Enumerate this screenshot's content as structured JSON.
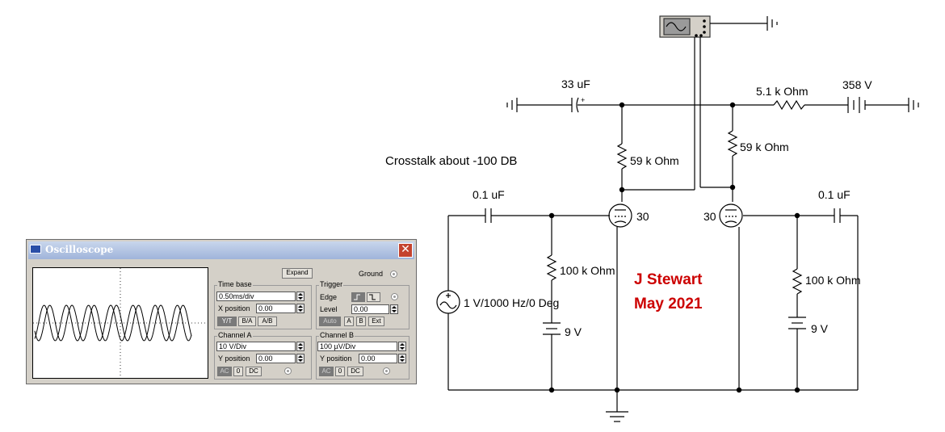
{
  "circuit": {
    "capacitor_top": "33 uF",
    "resistor_top": "5.1 k Ohm",
    "battery_top": "358 V",
    "plate_resistor_left": "59 k Ohm",
    "plate_resistor_right": "59 k Ohm",
    "note": "Crosstalk about -100 DB",
    "coupling_cap_left": "0.1 uF",
    "coupling_cap_right": "0.1 uF",
    "tube_left": "30",
    "tube_right": "30",
    "grid_resistor_left": "100 k Ohm",
    "grid_resistor_right": "100 k Ohm",
    "source": "1 V/1000 Hz/0 Deg",
    "bias_battery_left": "9 V",
    "bias_battery_right": "9 V",
    "author": "J Stewart",
    "date": "May 2021"
  },
  "oscilloscope": {
    "title": "Oscilloscope",
    "close_glyph": "✕",
    "expand_label": "Expand",
    "ground_label": "Ground",
    "timebase": {
      "group_label": "Time base",
      "value": "0.50ms/div",
      "x_position_label": "X position",
      "x_position": "0.00",
      "mode_buttons": [
        "Y/T",
        "B/A",
        "A/B"
      ]
    },
    "trigger": {
      "group_label": "Trigger",
      "edge_label": "Edge",
      "level_label": "Level",
      "level": "0.00",
      "mode_buttons": [
        "Auto",
        "A",
        "B",
        "Ext"
      ]
    },
    "channel_a": {
      "group_label": "Channel A",
      "value": "10  V/Div",
      "y_position_label": "Y position",
      "y_position": "0.00",
      "coupling": [
        "AC",
        "0",
        "DC"
      ]
    },
    "channel_b": {
      "group_label": "Channel B",
      "value": "100 µV/Div",
      "y_position_label": "Y position",
      "y_position": "0.00",
      "coupling": [
        "AC",
        "0",
        "DC"
      ]
    }
  },
  "colors": {
    "wire": "#000000",
    "signature": "#cc0000",
    "window_bg": "#d4d0c8",
    "titlebar": "#9fb4da"
  }
}
